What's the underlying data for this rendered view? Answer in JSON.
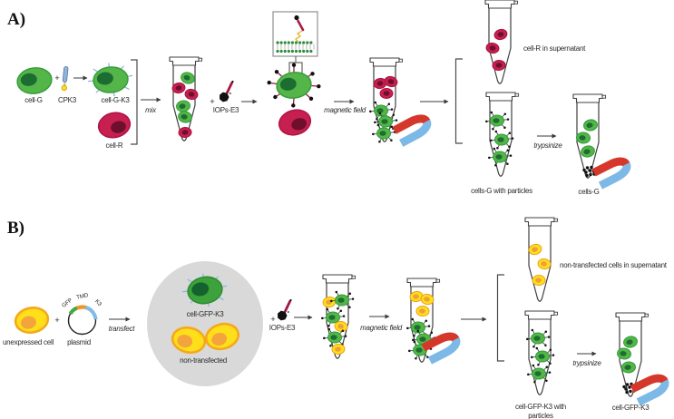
{
  "figure": {
    "panel_a": {
      "panel_label": "A)",
      "cell_g_label": "cell-G",
      "plus_1": "+",
      "cpk3_label": "CPK3",
      "cell_g_k3_label": "cell-G-K3",
      "cell_r_label": "cell-R",
      "mix_label": "mix",
      "plus_2": "+",
      "iops_label": "IOPs-E3",
      "magnetic_field_label": "magnetic field",
      "supernatant_label": "cell-R in supernatant",
      "particles_tube_label": "cells-G with particles",
      "trypsinize_label": "trypsinize",
      "result_label": "cells-G"
    },
    "panel_b": {
      "panel_label": "B)",
      "unexpressed_cell_label": "unexpressed cell",
      "plus_1": "+",
      "plasmid_label": "plasmid",
      "plasmid_gfp": "GFP",
      "plasmid_tmd": "TMD",
      "plasmid_k3": "K3",
      "transfect_label": "transfect",
      "cell_gfp_k3_label": "cell-GFP-K3",
      "non_transfected_label": "non-transfected",
      "plus_2": "+",
      "iops_label": "IOPs-E3",
      "magnetic_field_label": "magnetic field",
      "supernatant_label": "non-transfected cells in supernatant",
      "particles_tube_label_line1": "cell-GFP-K3 with",
      "particles_tube_label_line2": "particles",
      "trypsinize_label": "trypsinize",
      "result_label": "cell-GFP-K3"
    },
    "colors": {
      "green_cell": "#54b649",
      "green_cell_dark": "#1d6c31",
      "green_cell_b": "#3da23c",
      "red_cell": "#c72050",
      "red_cell_dark": "#6d0f2d",
      "yellow_cell": "#ffdf1a",
      "yellow_cell_dark": "#f3a43c",
      "magnet_red": "#d5372b",
      "magnet_blue": "#7cb9e6",
      "spike_blue": "#8fb6de",
      "iop_black": "#111111",
      "e3_red": "#a8163f",
      "circle_gray": "#d9d9d9"
    }
  }
}
